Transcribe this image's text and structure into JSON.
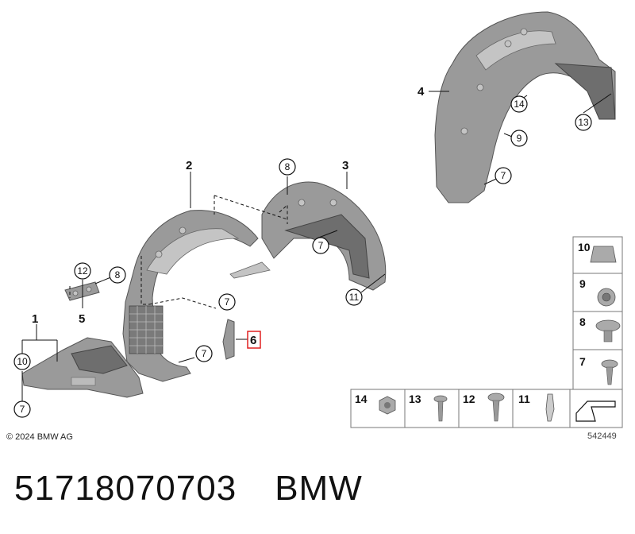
{
  "diagram": {
    "callouts": {
      "c1": "1",
      "c2": "2",
      "c3": "3",
      "c4": "4",
      "c5": "5",
      "c6": "6",
      "c7a": "7",
      "c7b": "7",
      "c7c": "7",
      "c7d": "7",
      "c7e": "7",
      "c8a": "8",
      "c8b": "8",
      "c9": "9",
      "c10": "10",
      "c11": "11",
      "c12": "12",
      "c13": "13",
      "c14": "14"
    },
    "table": {
      "right": [
        "10",
        "9",
        "8",
        "7"
      ],
      "bottom": [
        "14",
        "13",
        "12",
        "11"
      ]
    },
    "copyright": "© 2024 BMW AG",
    "ref_number": "542449"
  },
  "caption": {
    "part_number": "51718070703",
    "brand": "BMW"
  },
  "colors": {
    "part_gray": "#9a9a9a",
    "highlight_red": "#e02020"
  }
}
